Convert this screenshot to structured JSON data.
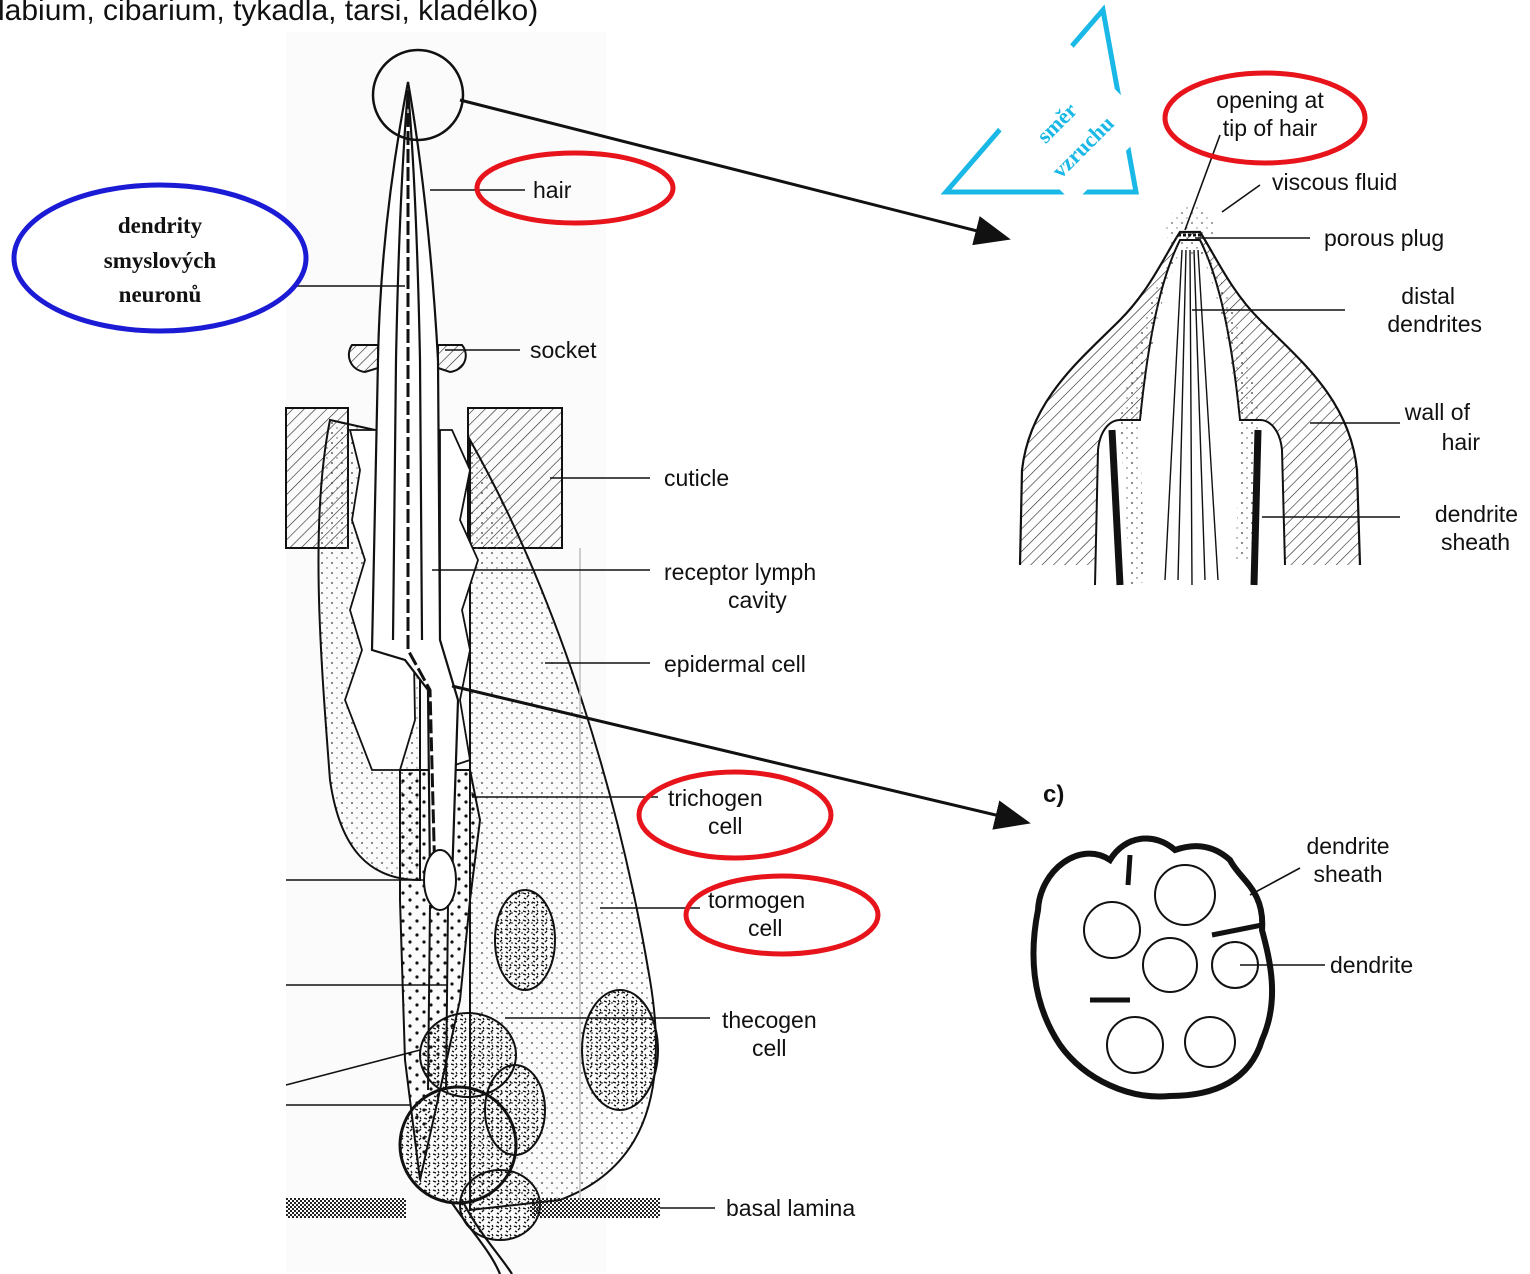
{
  "caption": "labium, cibarium, tykadla, tarsi, kladélko)",
  "main": {
    "labels": {
      "hair": "hair",
      "socket": "socket",
      "cuticle": "cuticle",
      "receptor_lymph_1": "receptor lymph",
      "receptor_lymph_2": "cavity",
      "epidermal": "epidermal cell",
      "trichogen_1": "trichogen",
      "trichogen_2": "cell",
      "tormogen_1": "tormogen",
      "tormogen_2": "cell",
      "thecogen_1": "thecogen",
      "thecogen_2": "cell",
      "basal": "basal lamina"
    },
    "czech_note": [
      "dendrity",
      "smyslových",
      "neuronů"
    ]
  },
  "inset_tip": {
    "labels": {
      "opening_1": "opening at",
      "opening_2": "tip of hair",
      "viscous": "viscous fluid",
      "plug": "porous plug",
      "distal_1": "distal",
      "distal_2": "dendrites",
      "wall_1": "wall of",
      "wall_2": "hair",
      "sheath_1": "dendrite",
      "sheath_2": "sheath"
    },
    "stimulus_note": [
      "směr",
      "vzruchu"
    ]
  },
  "inset_section": {
    "panel": "c)",
    "labels": {
      "sheath_1": "dendrite",
      "sheath_2": "sheath",
      "dendrite": "dendrite"
    }
  },
  "colors": {
    "red_circle": "#e8141b",
    "blue_ellipse": "#1b1bd6",
    "cyan_triangle": "#19b8e6",
    "ink": "#111111"
  }
}
